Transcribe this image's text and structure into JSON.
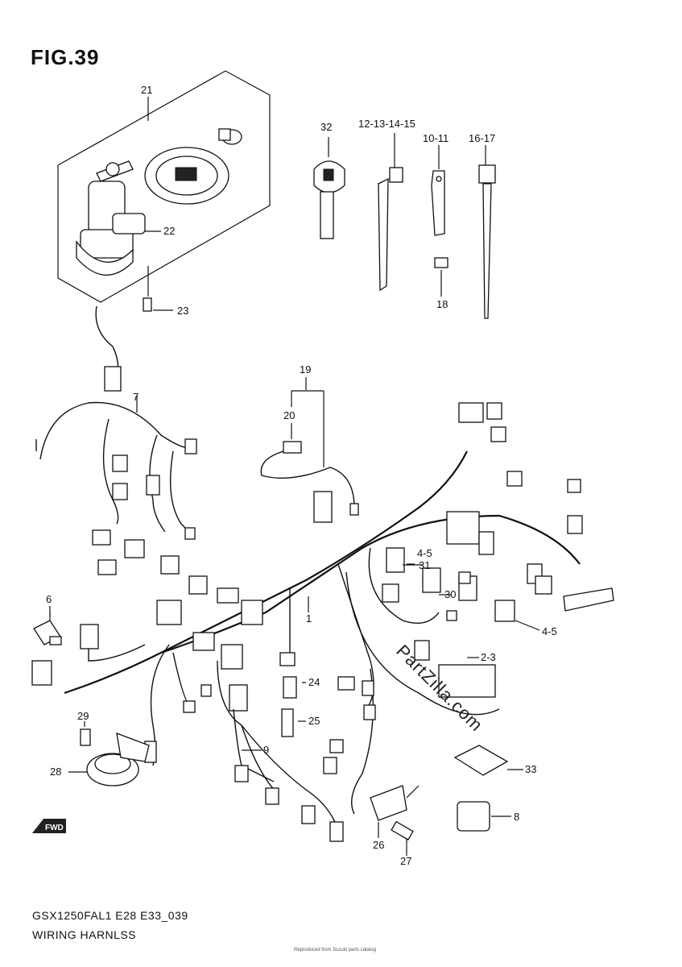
{
  "figure": {
    "title": "FIG.39",
    "model_code": "GSX1250FAL1 E28 E33_039",
    "subtitle": "WIRING HARNLSS",
    "watermark": "PartZilla.com",
    "footer_small": "Reproduced from Suzuki parts catalog"
  },
  "direction_badge": "FWD",
  "callouts": [
    "21",
    "22",
    "23",
    "32",
    "12-13-14-15",
    "10-11",
    "16-17",
    "18",
    "19",
    "20",
    "7",
    "1",
    "4-5",
    "31",
    "30",
    "6",
    "2-3",
    "24",
    "25",
    "29",
    "9",
    "28",
    "33",
    "8",
    "26",
    "27",
    "4-5"
  ],
  "icons": [
    "forward-arrow-icon"
  ]
}
